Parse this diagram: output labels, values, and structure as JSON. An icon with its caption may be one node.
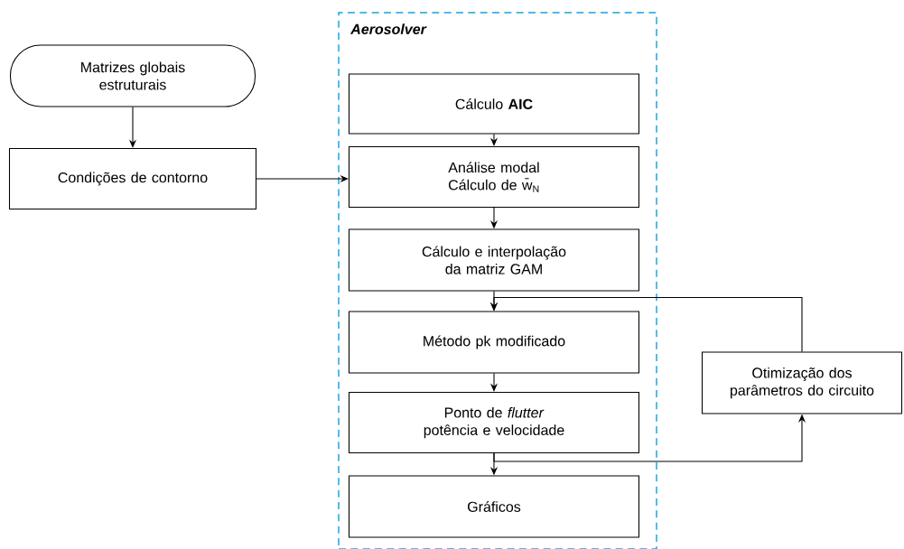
{
  "diagram": {
    "nodes": [
      {
        "text": [
          "Aerosolver"
        ]
      },
      {
        "text": [
          "Matrizes globais estruturais"
        ]
      },
      {
        "text": [
          "Condições de contorno"
        ]
      },
      {
        "text": [
          "Cálculo **AIC**"
        ],
        "in": 0
      },
      {
        "text": [
          "Análise modal",
          "Cálculo de w̄$_{N}$"
        ],
        "in": 0
      },
      {
        "text": [
          "Cálculo e interpolação da matriz GAM"
        ],
        "in": 0
      },
      {
        "text": [
          "Método pk modificado"
        ],
        "in": 0
      },
      {
        "text": [
          "Ponto de *flutter*",
          "potência e velocidade"
        ],
        "in": 0
      },
      {
        "text": [
          "Gráficos"
        ],
        "in": 0
      },
      {
        "text": [
          "Otimização dos parâmetros do circuito"
        ]
      }
    ],
    "edges": [
      {
        "from": 1,
        "to": 2,
        "arrow": "to"
      },
      {
        "from": 2,
        "to": 4,
        "arrow": "to"
      },
      {
        "from": 3,
        "to": 4,
        "arrow": "to"
      },
      {
        "from": 4,
        "to": 5,
        "arrow": "to"
      },
      {
        "from": 5,
        "to": 6,
        "arrow": "to"
      },
      {
        "from": 9,
        "to": 6,
        "arrow": "to"
      },
      {
        "from": 6,
        "to": 7,
        "arrow": "to"
      },
      {
        "from": 7,
        "to": 8,
        "arrow": "to"
      },
      {
        "from": 7,
        "to": 9,
        "arrow": "to"
      }
    ]
  }
}
